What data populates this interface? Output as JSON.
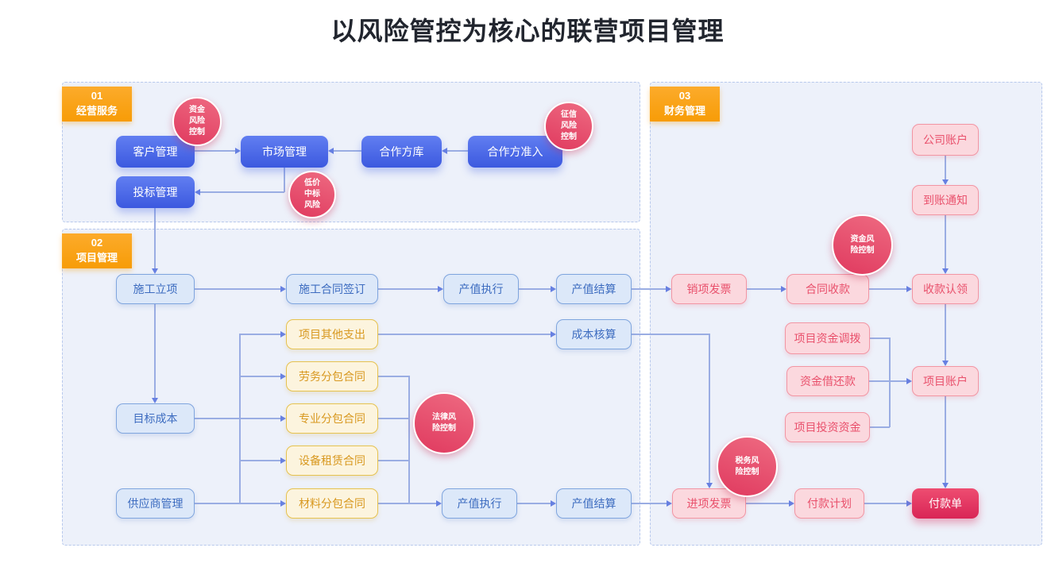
{
  "title": "以风险管控为核心的联营项目管理",
  "sections": {
    "s1": {
      "num": "01",
      "name": "经营服务"
    },
    "s2": {
      "num": "02",
      "name": "项目管理"
    },
    "s3": {
      "num": "03",
      "name": "财务管理"
    }
  },
  "nodes": {
    "customer_mgmt": "客户管理",
    "market_mgmt": "市场管理",
    "partner_pool": "合作方库",
    "partner_admission": "合作方准入",
    "bidding_mgmt": "投标管理",
    "project_initiation": "施工立项",
    "construction_contract_sign": "施工合同签订",
    "output_execution_top": "产值执行",
    "output_settlement_top": "产值结算",
    "other_project_expense": "项目其他支出",
    "cost_accounting": "成本核算",
    "labor_subcontract": "劳务分包合同",
    "professional_subcontract": "专业分包合同",
    "equipment_lease_contract": "设备租赁合同",
    "target_cost": "目标成本",
    "supplier_mgmt": "供应商管理",
    "material_subcontract": "材料分包合同",
    "output_execution_bottom": "产值执行",
    "output_settlement_bottom": "产值结算",
    "company_account": "公司账户",
    "arrival_notice": "到账通知",
    "sales_invoice": "销项发票",
    "contract_collection": "合同收款",
    "collection_claim": "收款认领",
    "project_fund_transfer": "项目资金调拨",
    "fund_borrow_repay": "资金借还款",
    "project_account": "项目账户",
    "project_investment_fund": "项目投资资金",
    "input_invoice": "进项发票",
    "payment_plan": "付款计划",
    "payment_order": "付款单"
  },
  "risks": {
    "fund_risk_control_1": "资金\n风险\n控制",
    "credit_risk_control": "征信\n风险\n控制",
    "low_bid_risk": "低价\n中标\n风险",
    "legal_risk_control": "法律风\n险控制",
    "fund_risk_control_2": "资金风\n险控制",
    "tax_risk_control": "税务风\n险控制"
  },
  "colors": {
    "section_label_orange": "#f89c07",
    "process_blue": "#4a66e4",
    "light_blue_fill": "#dce8f9",
    "light_blue_border": "#7fa5de",
    "yellow_fill": "#fcf4de",
    "yellow_border": "#e6c24f",
    "pink_fill": "#fbd8de",
    "pink_border": "#f295a3",
    "highlight_red": "#d92556",
    "risk_circle_rose": "#e64c68",
    "connector_blue": "#9aade3",
    "panel_fill": "#edf1fa"
  }
}
